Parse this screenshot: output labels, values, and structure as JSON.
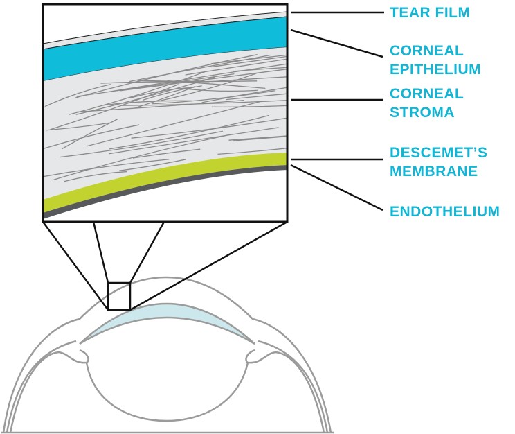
{
  "labels": {
    "tear_film": "TEAR FILM",
    "epithelium": [
      "CORNEAL",
      "EPITHELIUM"
    ],
    "stroma": [
      "CORNEAL",
      "STROMA"
    ],
    "descemet": [
      "DESCEMET’S",
      "MEMBRANE"
    ],
    "endothelium": "ENDOTHELIUM"
  },
  "colors": {
    "label": "#12b5d4",
    "tear_film": "#e6e7e8",
    "epithelium": "#0fbcd9",
    "stroma": "#e6e7e8",
    "stroma_fibers": "#8a8a8a",
    "descemet": "#c2d32f",
    "endothelium": "#58595b",
    "cornea_overview": "#cde8ec",
    "eye_outline": "#9b9b9b"
  }
}
